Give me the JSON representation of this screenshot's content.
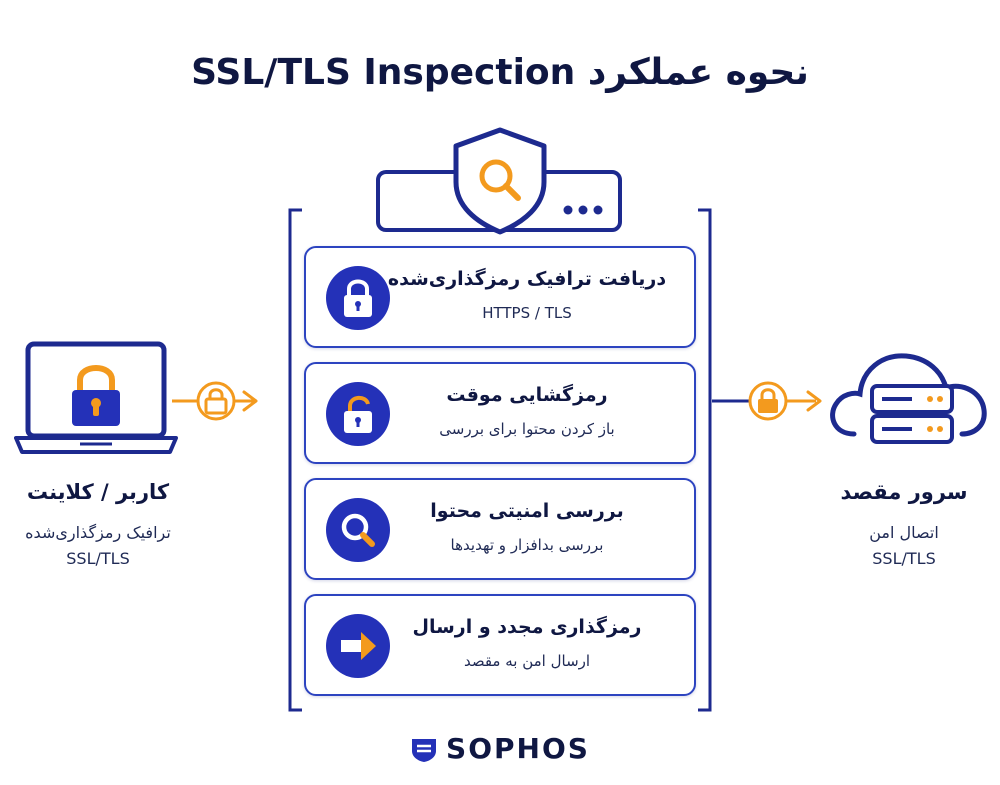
{
  "title": "نحوه عملکرد SSL/TLS Inspection",
  "client": {
    "title": "کاربر / کلاینت",
    "subtitle_line1": "ترافیک رمزگذاری‌شده",
    "subtitle_line2": "SSL/TLS",
    "icon": "laptop-lock-icon"
  },
  "server": {
    "title": "سرور مقصد",
    "subtitle_line1": "اتصال امن",
    "subtitle_line2": "SSL/TLS",
    "icon": "cloud-server-icon"
  },
  "device": {
    "icon": "firewall-shield-search-icon"
  },
  "steps": [
    {
      "title": "دریافت ترافیک رمزگذاری‌شده",
      "subtitle": "HTTPS / TLS",
      "icon": "lock-icon"
    },
    {
      "title": "رمزگشایی موقت",
      "subtitle": "باز کردن محتوا برای بررسی",
      "icon": "unlock-icon"
    },
    {
      "title": "بررسی امنیتی محتوا",
      "subtitle": "بررسی بدافزار و تهدیدها",
      "icon": "magnifier-icon"
    },
    {
      "title": "رمزگذاری مجدد و ارسال",
      "subtitle": "ارسال امن به مقصد",
      "icon": "arrow-right-icon"
    }
  ],
  "brand": {
    "name": "SOPHOS"
  },
  "colors": {
    "navy": "#0f1742",
    "blue": "#2431b8",
    "orange": "#f39a1e",
    "border": "#2d44c0"
  }
}
